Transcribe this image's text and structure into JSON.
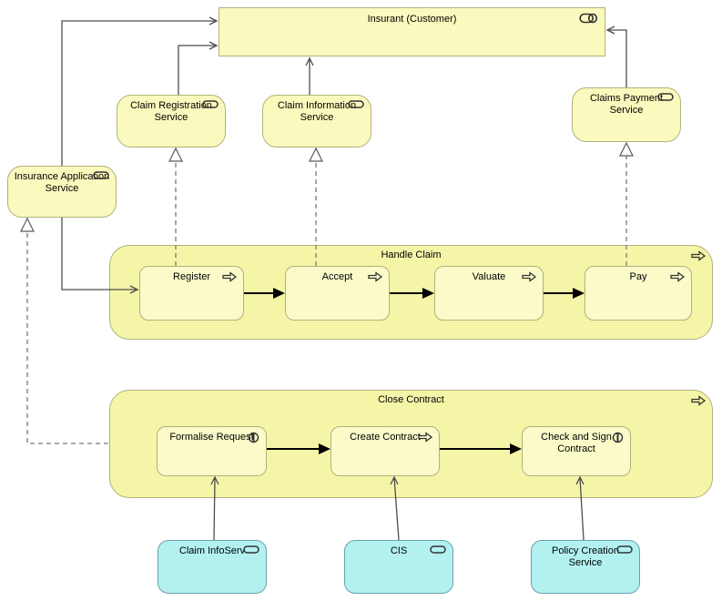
{
  "diagram": {
    "type": "archimate-view",
    "palette": {
      "business_fill": "#fafabe",
      "container_fill": "#f5f5a8",
      "inner_process_fill": "#fbfbca",
      "application_fill": "#b3f1f1",
      "business_border": "#b1b17c",
      "application_border": "#69a0aa",
      "serving_line": "#4d4d4d",
      "flow_line": "#000000",
      "realization_line": "#7a7a7a",
      "background": "#ffffff"
    },
    "nodes": {
      "insurant": {
        "label": "Insurant (Customer)",
        "icon": "role-icon"
      },
      "claim_registration_service": {
        "label": "Claim Registration Service",
        "icon": "service-icon"
      },
      "claim_information_service": {
        "label": "Claim Information Service",
        "icon": "service-icon"
      },
      "claims_payment_service": {
        "label": "Claims Payment Service",
        "icon": "service-icon"
      },
      "insurance_application_service": {
        "label": "Insurance Application Service",
        "icon": "service-icon"
      },
      "handle_claim": {
        "label": "Handle Claim",
        "icon": "process-icon"
      },
      "register": {
        "label": "Register",
        "icon": "process-icon"
      },
      "accept": {
        "label": "Accept",
        "icon": "process-icon"
      },
      "valuate": {
        "label": "Valuate",
        "icon": "process-icon"
      },
      "pay": {
        "label": "Pay",
        "icon": "process-icon"
      },
      "close_contract": {
        "label": "Close Contract",
        "icon": "process-icon"
      },
      "formalise_request": {
        "label": "Formalise Request",
        "icon": "interaction-icon"
      },
      "create_contract": {
        "label": "Create Contract",
        "icon": "process-icon"
      },
      "check_and_sign_contract": {
        "label": "Check and Sign Contract",
        "icon": "interaction-icon"
      },
      "claim_infoserv": {
        "label": "Claim InfoServ",
        "icon": "service-icon"
      },
      "cis": {
        "label": "CIS",
        "icon": "service-icon"
      },
      "policy_creation_service": {
        "label": "Policy Creation Service",
        "icon": "service-icon"
      }
    }
  }
}
